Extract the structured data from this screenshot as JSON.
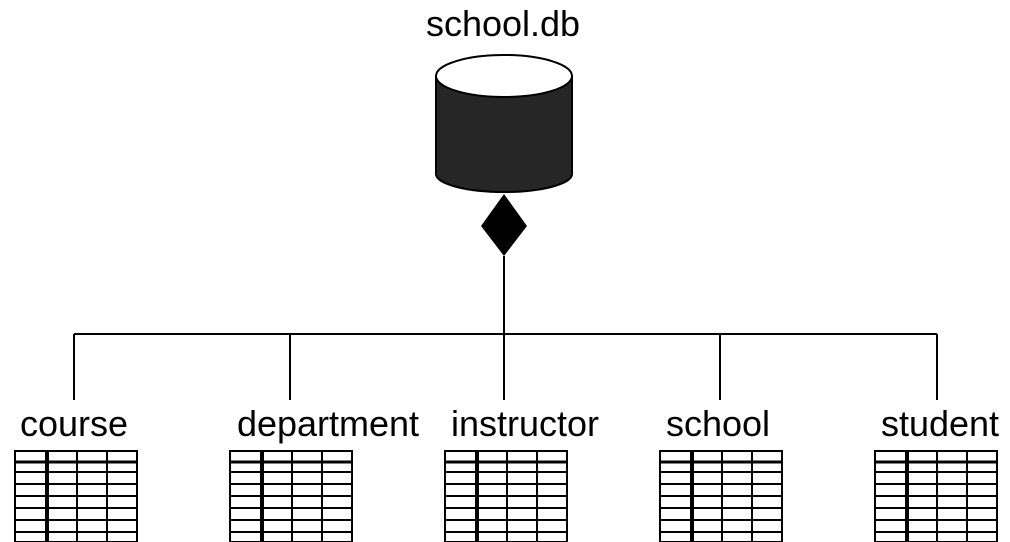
{
  "database": {
    "name": "school.db",
    "icon": "database-cylinder-icon"
  },
  "tables": [
    {
      "name": "course",
      "icon": "table-grid-icon"
    },
    {
      "name": "department",
      "icon": "table-grid-icon"
    },
    {
      "name": "instructor",
      "icon": "table-grid-icon"
    },
    {
      "name": "school",
      "icon": "table-grid-icon"
    },
    {
      "name": "student",
      "icon": "table-grid-icon"
    }
  ],
  "colors": {
    "line": "#000000",
    "cylinder_body": "#262626",
    "cylinder_top": "#ffffff"
  }
}
